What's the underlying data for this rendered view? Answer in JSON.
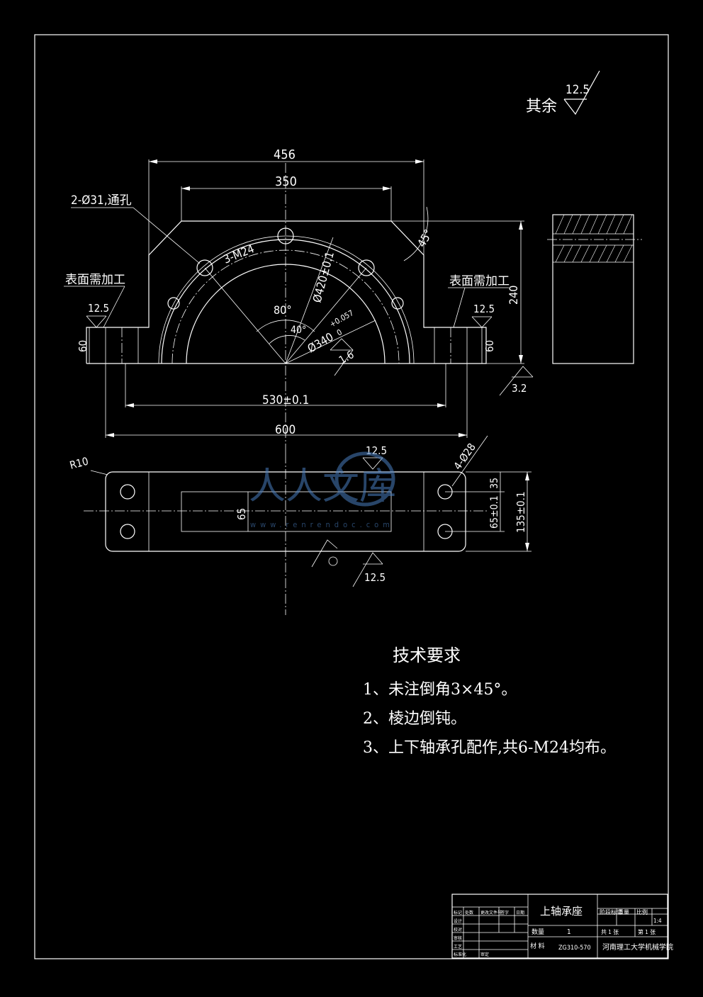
{
  "drawing": {
    "part_name": "上轴承座",
    "roughness_note_label": "其余",
    "roughness_default": "12.5",
    "dimensions": {
      "overall_width_top": "456",
      "inner_width_top": "350",
      "height": "240",
      "foot_height_left": "60",
      "foot_height_right": "60",
      "bolt_span": "530±0.1",
      "base_length": "600",
      "through_holes": "2-Ø31,通孔",
      "threaded_holes": "3-M24",
      "angle_80": "80°",
      "angle_40": "40°",
      "angle_45": "45°",
      "pcd": "Ø420±0.1",
      "bore": "Ø340",
      "bore_tol_upper": "+0.057",
      "bore_tol_lower": "0",
      "base_holes": "4-Ø28",
      "corner_radius": "R10",
      "slot_width": "65",
      "hole_offset": "65±0.1",
      "offset_35": "35",
      "base_width": "135±0.1"
    },
    "surface_notes": {
      "left_label": "表面需加工",
      "right_label": "表面需加工",
      "left_roughness": "12.5",
      "right_roughness": "12.5",
      "bore_roughness": "1.6",
      "base_roughness": "3.2",
      "plan_top_roughness": "12.5",
      "plan_bottom_roughness": "12.5"
    },
    "tech_requirements": {
      "title": "技术要求",
      "items": [
        "1、未注倒角3×45°。",
        "2、棱边倒钝。",
        "3、上下轴承孔配作,共6-M24均布。"
      ]
    },
    "title_block": {
      "part_name": "上轴承座",
      "quantity_label": "数量",
      "quantity": "1",
      "scale_label": "比例",
      "scale": "1:4",
      "sheet_total": "共 1 张",
      "sheet_no": "第 1 张",
      "material_label": "材 料",
      "material_code": "ZG310-570",
      "school": "河南理工大学机械学院",
      "weight_label": "重量",
      "stage_label": "阶段标记",
      "rows": [
        "设计",
        "校对",
        "审核",
        "工艺",
        "标准化",
        "审定"
      ],
      "header_cells": [
        "标记",
        "处数",
        "更改文件号",
        "签字",
        "日期"
      ]
    },
    "watermark": {
      "text": "人人文库",
      "url": "www.renrendoc.com"
    },
    "colors": {
      "background": "#000000",
      "lines": "#ffffff",
      "watermark": "#4a7fc0"
    }
  }
}
